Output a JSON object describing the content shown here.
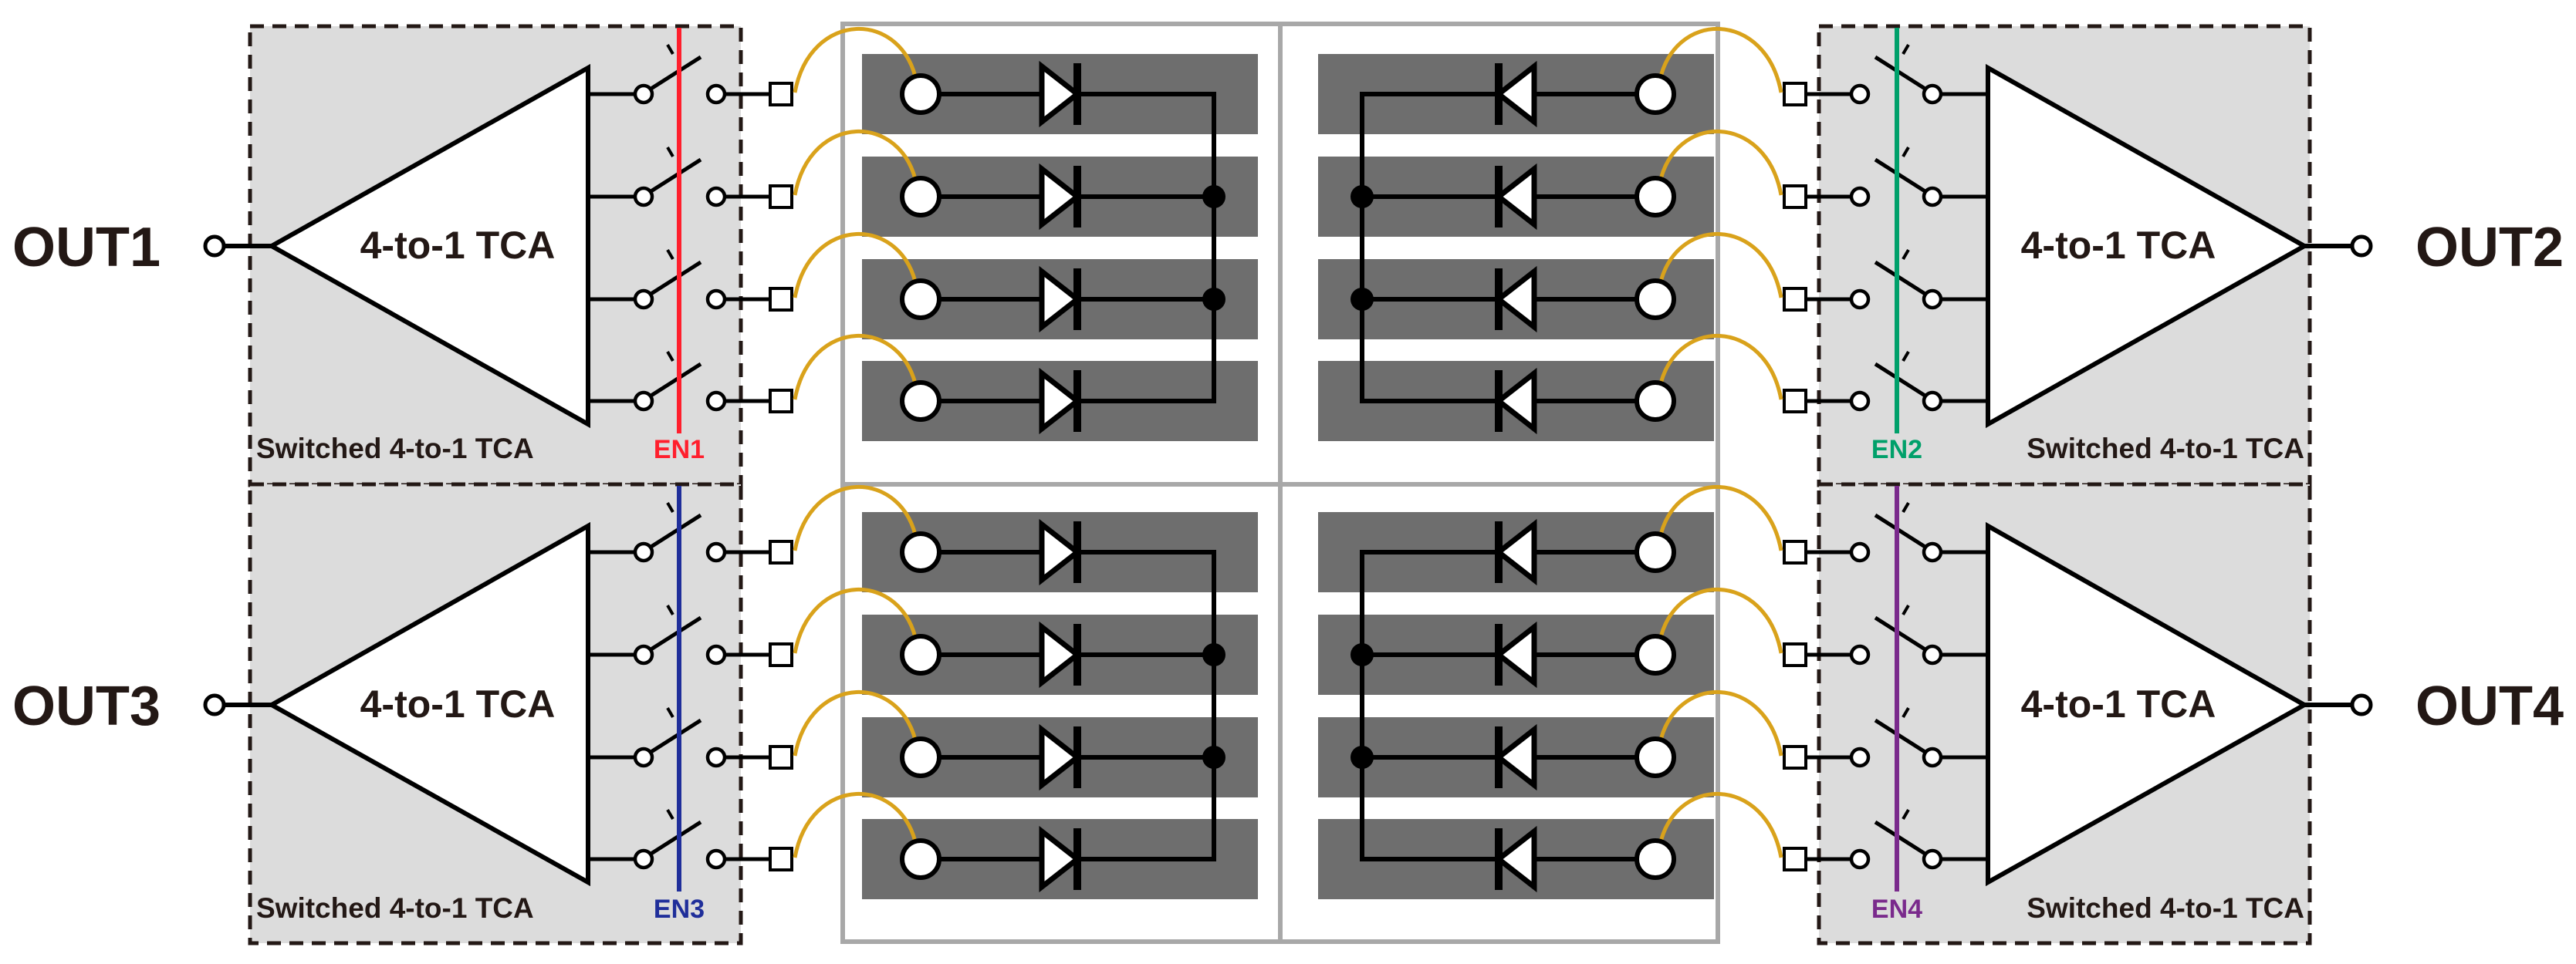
{
  "colors": {
    "en1": "#ff1f2d",
    "en2": "#00a06a",
    "en3": "#1f2e9a",
    "en4": "#7a2a8c",
    "wire": "#000000",
    "bond_wire": "#d9a21b",
    "pad": "#6e6e6e",
    "tca_box_fill": "#dcdcdc",
    "sensor_frame": "#a8a8a8"
  },
  "quadrants": [
    {
      "id": "q1",
      "output_label": "OUT1",
      "enable_label": "EN1",
      "tca_label": "4-to-1 TCA",
      "box_caption": "Switched 4-to-1 TCA",
      "enable_color_key": "en1"
    },
    {
      "id": "q2",
      "output_label": "OUT2",
      "enable_label": "EN2",
      "tca_label": "4-to-1 TCA",
      "box_caption": "Switched 4-to-1 TCA",
      "enable_color_key": "en2"
    },
    {
      "id": "q3",
      "output_label": "OUT3",
      "enable_label": "EN3",
      "tca_label": "4-to-1 TCA",
      "box_caption": "Switched 4-to-1 TCA",
      "enable_color_key": "en3"
    },
    {
      "id": "q4",
      "output_label": "OUT4",
      "enable_label": "EN4",
      "tca_label": "4-to-1 TCA",
      "box_caption": "Switched 4-to-1 TCA",
      "enable_color_key": "en4"
    }
  ],
  "channels_per_quadrant": 4
}
